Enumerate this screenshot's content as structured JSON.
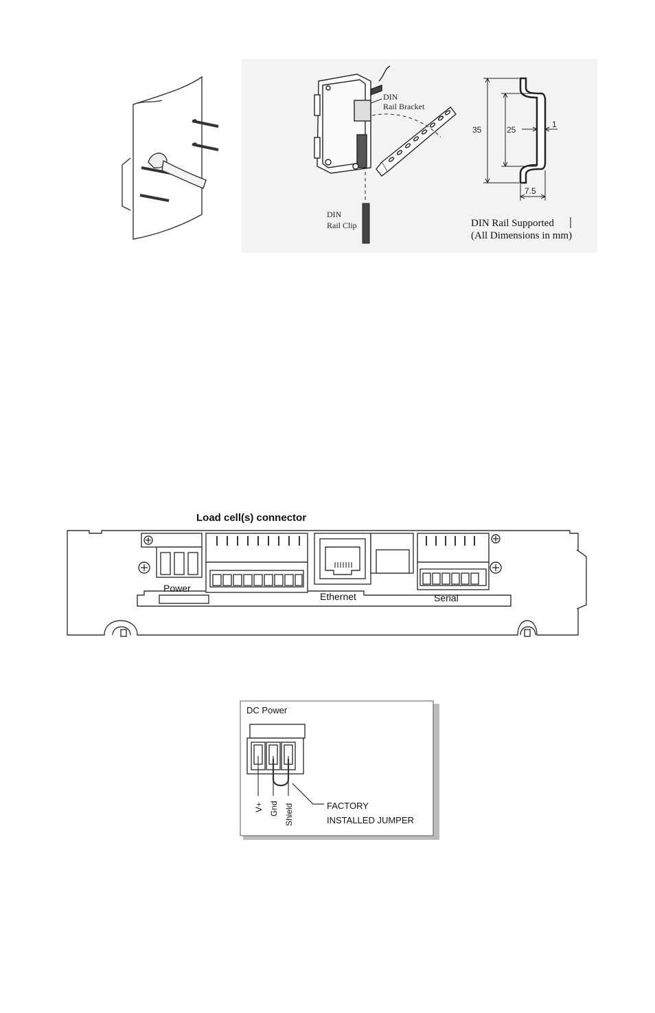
{
  "din_rail_figure": {
    "bracket_label_line1": "DIN",
    "bracket_label_line2": "Rail Bracket",
    "clip_label_line1": "DIN",
    "clip_label_line2": "Rail Clip",
    "dim_height_outer": "35",
    "dim_height_inner": "25",
    "dim_thickness": "1",
    "dim_depth": "7.5",
    "caption_line1": "DIN Rail Supported",
    "caption_line2": "(All Dimensions in mm)"
  },
  "connector_panel": {
    "title": "Load cell(s) connector",
    "power_label": "Power",
    "ethernet_label": "Ethernet",
    "serial_label": "Serial"
  },
  "dc_power": {
    "title": "DC Power",
    "pin_labels": [
      "V+",
      "Gnd",
      "Shield"
    ],
    "jumper_line1": "FACTORY",
    "jumper_line2": "INSTALLED JUMPER"
  }
}
